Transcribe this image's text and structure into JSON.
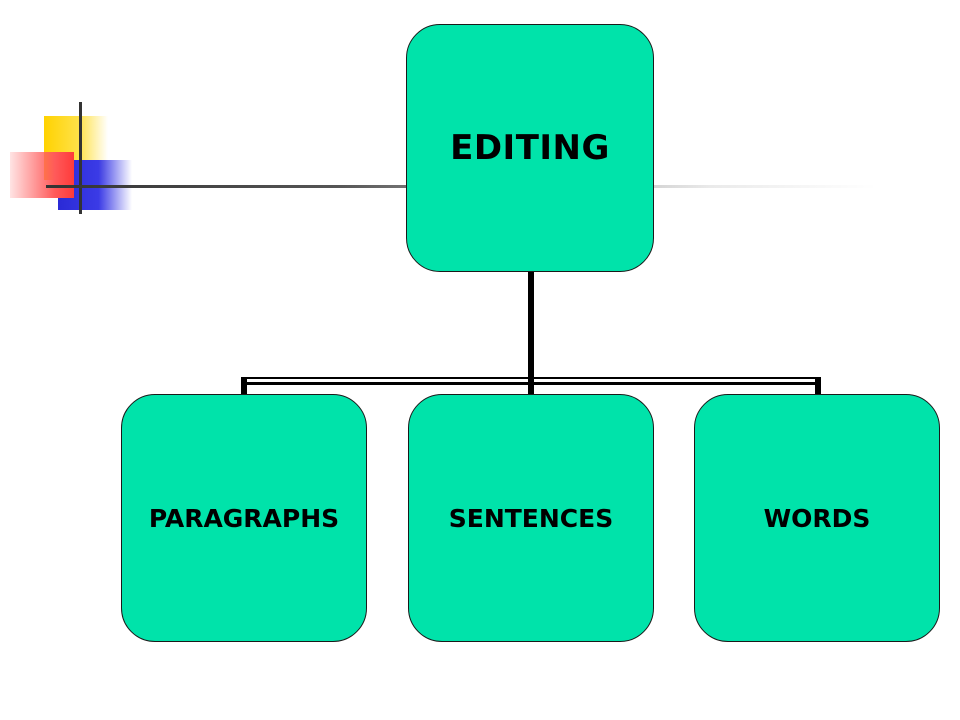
{
  "diagram": {
    "root": {
      "label": "EDITING"
    },
    "children": [
      {
        "label": "PARAGRAPHS"
      },
      {
        "label": "SENTENCES"
      },
      {
        "label": "WORDS"
      }
    ]
  },
  "colors": {
    "node_fill": "#00e3aa",
    "node_border": "#1a1a1a",
    "connector": "#000000",
    "text": "#000000"
  },
  "icons": [
    "slide-decoration-logo"
  ]
}
